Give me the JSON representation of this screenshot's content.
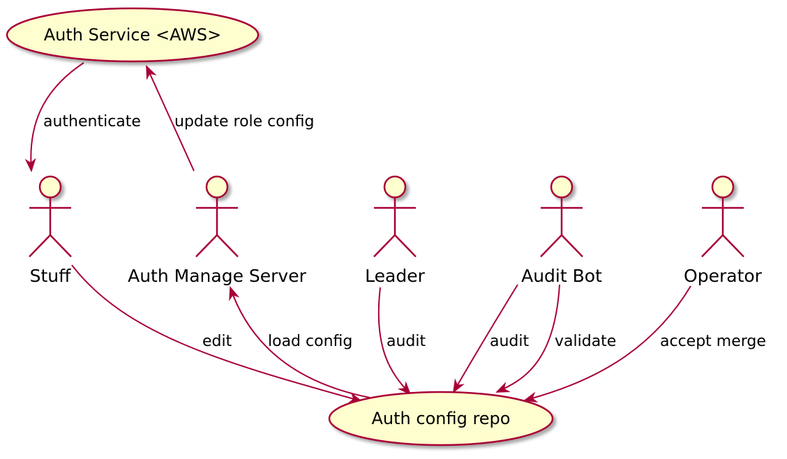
{
  "colors": {
    "node_fill": "#FEFECE",
    "border": "#A80036",
    "shadow": "#C9C9C9",
    "text": "#000000"
  },
  "usecases": {
    "auth_service": "Auth Service <AWS>",
    "auth_config_repo": "Auth config repo"
  },
  "actors": {
    "stuff": "Stuff",
    "auth_manage_server": "Auth Manage Server",
    "leader": "Leader",
    "audit_bot": "Audit Bot",
    "operator": "Operator"
  },
  "edges": {
    "authenticate": "authenticate",
    "update_role_config": "update role config",
    "edit": "edit",
    "load_config": "load config",
    "leader_audit": "audit",
    "bot_audit": "audit",
    "validate": "validate",
    "accept_merge": "accept merge"
  }
}
